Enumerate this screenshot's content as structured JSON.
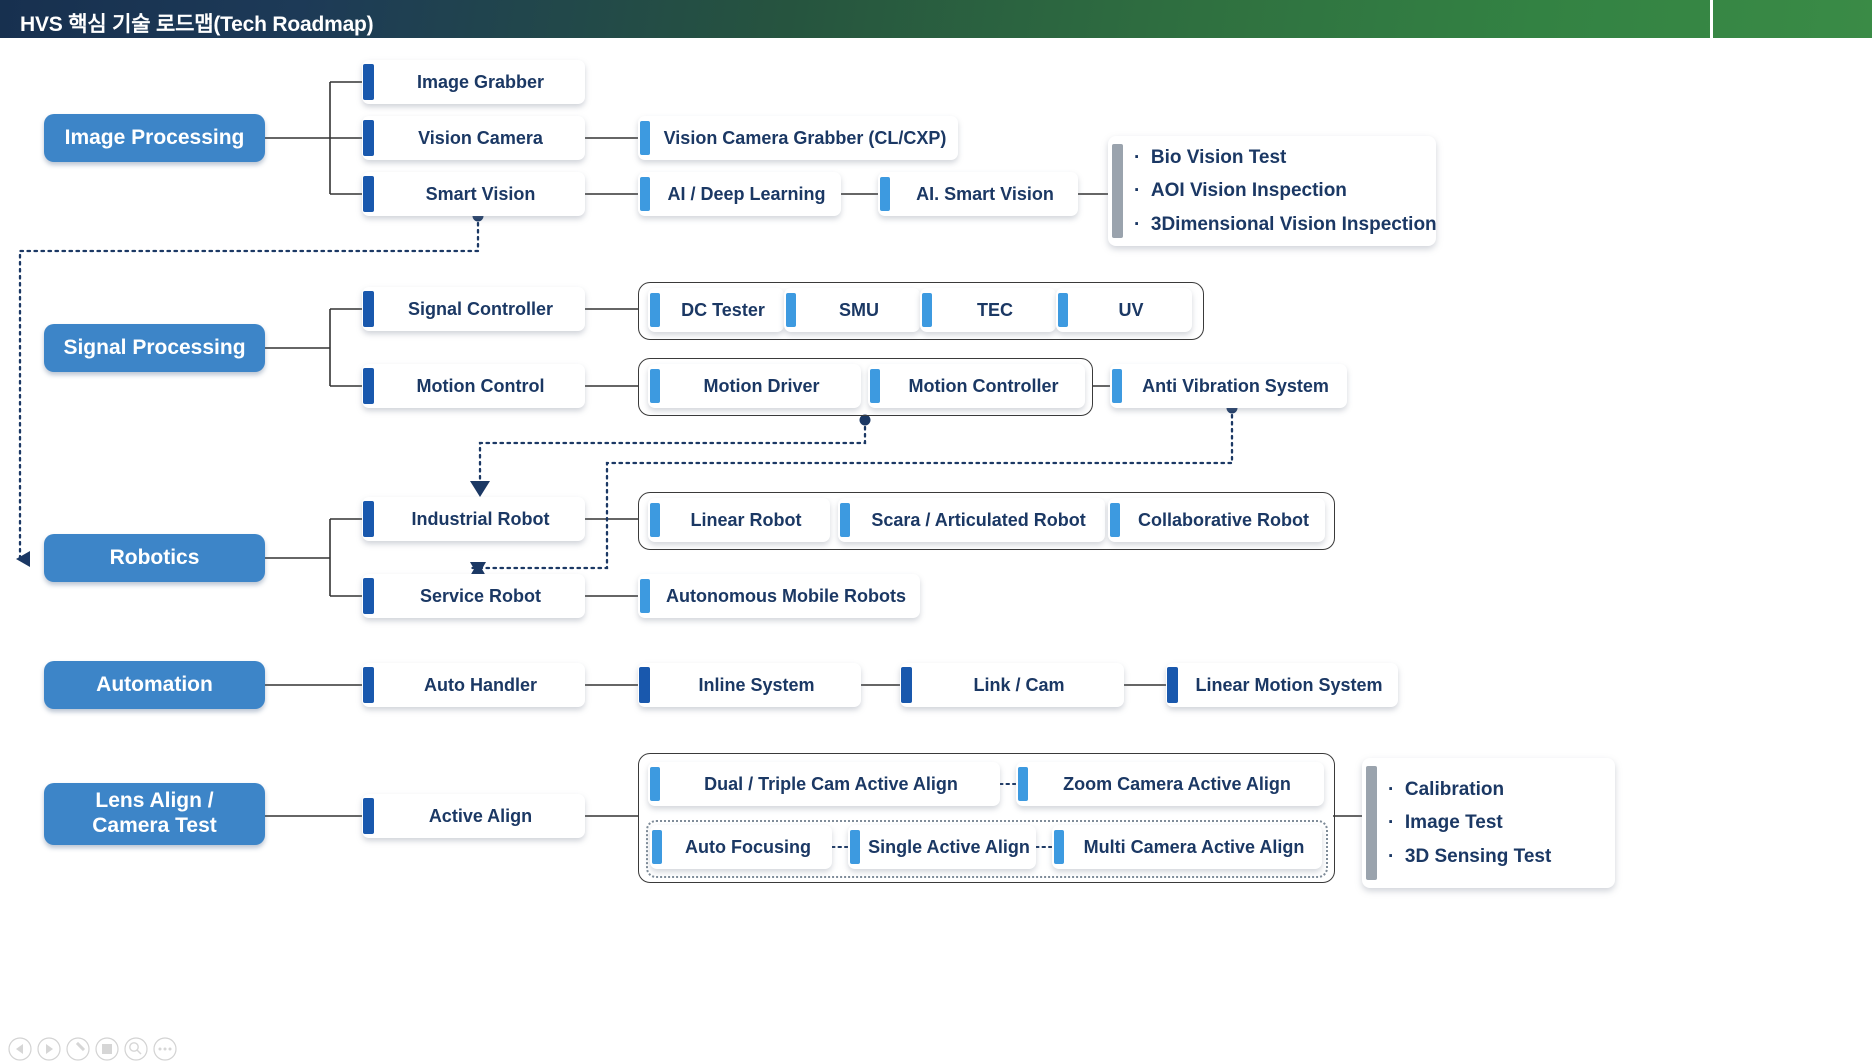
{
  "header": {
    "title": "HVS 핵심 기술 로드맵(Tech Roadmap)",
    "gradient_from": "#17304f",
    "gradient_to": "#3a8b46"
  },
  "colors": {
    "level1_fill": "#3d85c8",
    "level1_text": "#ffffff",
    "node_text": "#1b3864",
    "accent_dark_blue": "#1958ad",
    "accent_light_blue": "#3d9ae0",
    "accent_gray": "#9aa3ad",
    "connector": "#333333",
    "dotted_connector": "#1b3864"
  },
  "rows": [
    {
      "id": "image-processing",
      "category": "Image Processing",
      "branches": [
        {
          "label": "Image Grabber",
          "children": []
        },
        {
          "label": "Vision Camera",
          "children": [
            "Vision Camera Grabber (CL/CXP)"
          ]
        },
        {
          "label": "Smart Vision",
          "children": [
            "AI / Deep Learning",
            "AI. Smart Vision"
          ]
        }
      ],
      "bullets": [
        "Bio Vision Test",
        "AOI Vision Inspection",
        "3Dimensional Vision Inspection"
      ]
    },
    {
      "id": "signal-processing",
      "category": "Signal Processing",
      "branches": [
        {
          "label": "Signal Controller",
          "children": [
            "DC Tester",
            "SMU",
            "TEC",
            "UV"
          ]
        },
        {
          "label": "Motion Control",
          "children": [
            "Motion Driver",
            "Motion Controller"
          ],
          "trailing": "Anti Vibration System"
        }
      ],
      "bullets": []
    },
    {
      "id": "robotics",
      "category": "Robotics",
      "branches": [
        {
          "label": "Industrial Robot",
          "children": [
            "Linear Robot",
            "Scara / Articulated Robot",
            "Collaborative Robot"
          ]
        },
        {
          "label": "Service Robot",
          "children": [
            "Autonomous Mobile Robots"
          ]
        }
      ],
      "bullets": []
    },
    {
      "id": "automation",
      "category": "Automation",
      "branches": [
        {
          "label": "Auto Handler",
          "children": [
            "Inline System",
            "Link / Cam",
            "Linear Motion System"
          ]
        }
      ],
      "bullets": []
    },
    {
      "id": "lens-align",
      "category": "Lens Align /\nCamera Test",
      "category_line1": "Lens Align /",
      "category_line2": "Camera Test",
      "branches": [
        {
          "label": "Active Align",
          "children": [
            "Dual / Triple Cam Active Align",
            "Zoom Camera Active Align",
            "Auto Focusing",
            "Single Active Align",
            "Multi Camera Active Align"
          ]
        }
      ],
      "bullets": [
        "Calibration",
        "Image Test",
        "3D Sensing Test"
      ]
    }
  ],
  "nodes": {
    "image_processing": "Image Processing",
    "image_grabber": "Image Grabber",
    "vision_camera": "Vision Camera",
    "smart_vision": "Smart Vision",
    "vision_camera_grabber": "Vision Camera Grabber (CL/CXP)",
    "ai_deep_learning": "AI / Deep Learning",
    "ai_smart_vision": "AI. Smart Vision",
    "bio_vision_test": "Bio Vision Test",
    "aoi_vision_inspection": "AOI Vision Inspection",
    "dim3_vision_inspection": "3Dimensional Vision Inspection",
    "signal_processing": "Signal Processing",
    "signal_controller": "Signal Controller",
    "dc_tester": "DC Tester",
    "smu": "SMU",
    "tec": "TEC",
    "uv": "UV",
    "motion_control": "Motion Control",
    "motion_driver": "Motion Driver",
    "motion_controller": "Motion Controller",
    "anti_vibration_system": "Anti Vibration System",
    "robotics": "Robotics",
    "industrial_robot": "Industrial Robot",
    "linear_robot": "Linear Robot",
    "scara_articulated_robot": "Scara / Articulated Robot",
    "collaborative_robot": "Collaborative Robot",
    "service_robot": "Service Robot",
    "autonomous_mobile_robots": "Autonomous Mobile Robots",
    "automation": "Automation",
    "auto_handler": "Auto Handler",
    "inline_system": "Inline System",
    "link_cam": "Link / Cam",
    "linear_motion_system": "Linear Motion System",
    "lens_align_l1": "Lens Align /",
    "lens_align_l2": "Camera Test",
    "active_align": "Active Align",
    "dual_triple_cam": "Dual / Triple Cam Active Align",
    "zoom_camera_active_align": "Zoom Camera Active Align",
    "auto_focusing": "Auto Focusing",
    "single_active_align": "Single Active Align",
    "multi_camera_active_align": "Multi Camera Active Align",
    "calibration": "Calibration",
    "image_test": "Image Test",
    "sensing_3d_test": "3D Sensing Test"
  }
}
